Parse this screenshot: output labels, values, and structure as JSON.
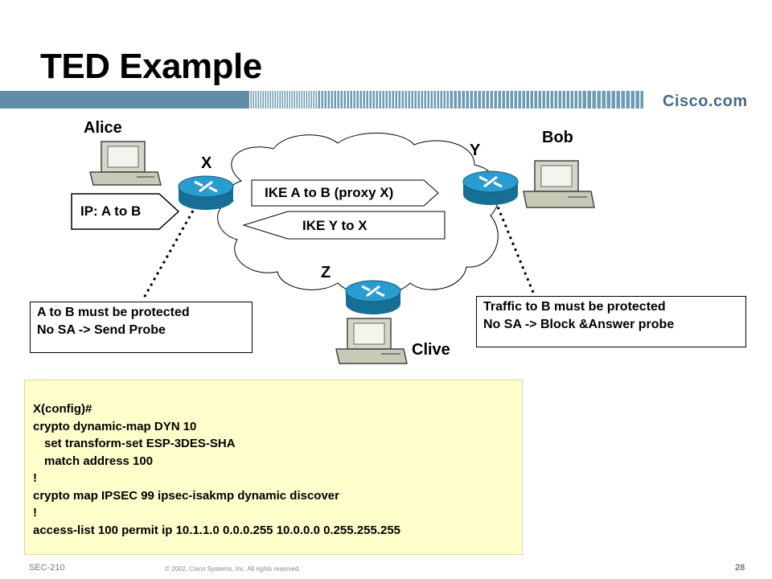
{
  "slide": {
    "title": "TED Example",
    "brand": "Cisco.com"
  },
  "diagram": {
    "hosts": {
      "alice": "Alice",
      "bob": "Bob",
      "clive": "Clive"
    },
    "routers": {
      "x": "X",
      "y": "Y",
      "z": "Z"
    },
    "arrows": {
      "ip_packet": "IP: A to B",
      "ike_forward": "IKE A to B (proxy X)",
      "ike_reply": "IKE Y to X"
    },
    "notes": {
      "left": [
        "A to B must be protected",
        "No SA -> Send Probe"
      ],
      "right": [
        "Traffic to B must be protected",
        "No SA -> Block &Answer probe"
      ]
    }
  },
  "config": {
    "lines": [
      "X(config)#",
      "crypto dynamic-map DYN 10",
      "   set transform-set ESP-3DES-SHA",
      "   match address 100",
      "!",
      "crypto map IPSEC 99 ipsec-isakmp dynamic discover",
      "!",
      "access-list 100 permit ip 10.1.1.0 0.0.0.255 10.0.0.0 0.255.255.255"
    ]
  },
  "footer": {
    "course": "SEC-210",
    "copyright": "© 2002, Cisco Systems, Inc. All rights reserved.",
    "page": "28"
  },
  "colors": {
    "router": "#1a7fa8",
    "band": "#6d9bb3",
    "code_panel": "#ffffcc"
  }
}
